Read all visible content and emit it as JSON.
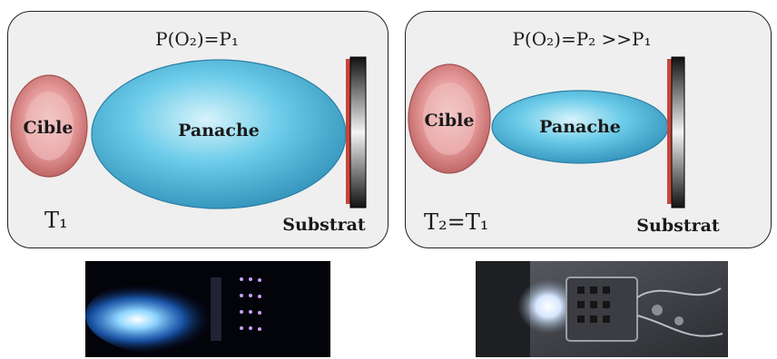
{
  "panels": [
    {
      "pressure": "P(O₂)=P₁",
      "target": "Cible",
      "plume": "Panache",
      "substrate": "Substrat",
      "temperature": "T₁"
    },
    {
      "pressure": "P(O₂)=P₂ >>P₁",
      "target": "Cible",
      "plume": "Panache",
      "substrate": "Substrat",
      "temperature": "T₂=T₁"
    }
  ],
  "colors": {
    "target": "#e59a9a",
    "plume": "#5fc6e6",
    "substrate": "#1a1a1a",
    "panel_bg": "#efefef"
  }
}
